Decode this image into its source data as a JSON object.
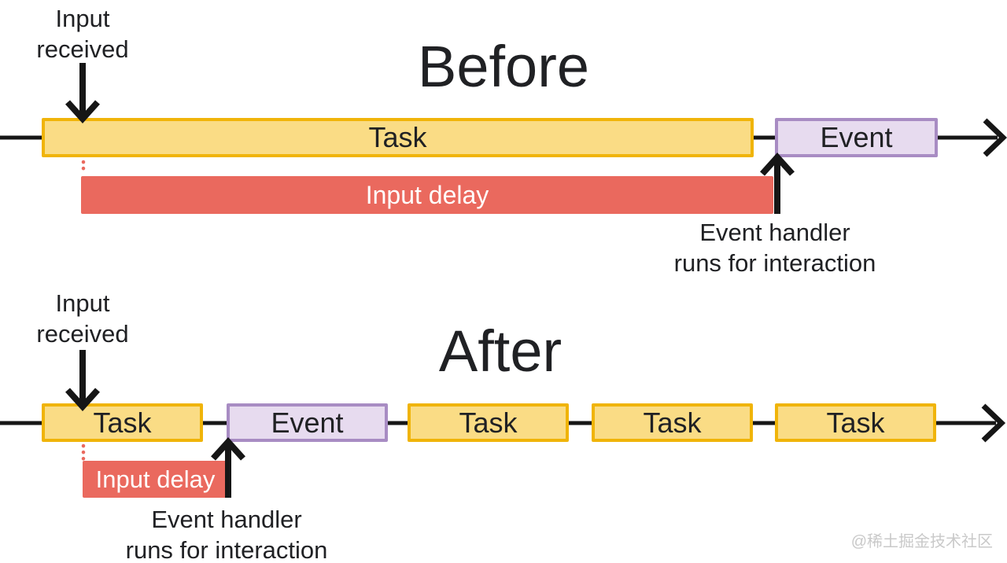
{
  "colors": {
    "task_fill": "#FADC85",
    "task_border": "#F0B409",
    "event_fill": "#E7DBEF",
    "event_border": "#A88CC3",
    "input_delay_fill": "#EA695E",
    "timeline_color": "#161616",
    "text_color": "#202124",
    "watermark_color": "#C9C9C9"
  },
  "before": {
    "title": "Before",
    "input_received_line1": "Input",
    "input_received_line2": "received",
    "task_label": "Task",
    "event_label": "Event",
    "input_delay_label": "Input delay",
    "event_handler_line1": "Event handler",
    "event_handler_line2": "runs for interaction"
  },
  "after": {
    "title": "After",
    "input_received_line1": "Input",
    "input_received_line2": "received",
    "task_labels": [
      "Task",
      "Task",
      "Task",
      "Task"
    ],
    "event_label": "Event",
    "input_delay_label": "Input delay",
    "event_handler_line1": "Event handler",
    "event_handler_line2": "runs for interaction"
  },
  "watermark": "@稀土掘金技术社区"
}
